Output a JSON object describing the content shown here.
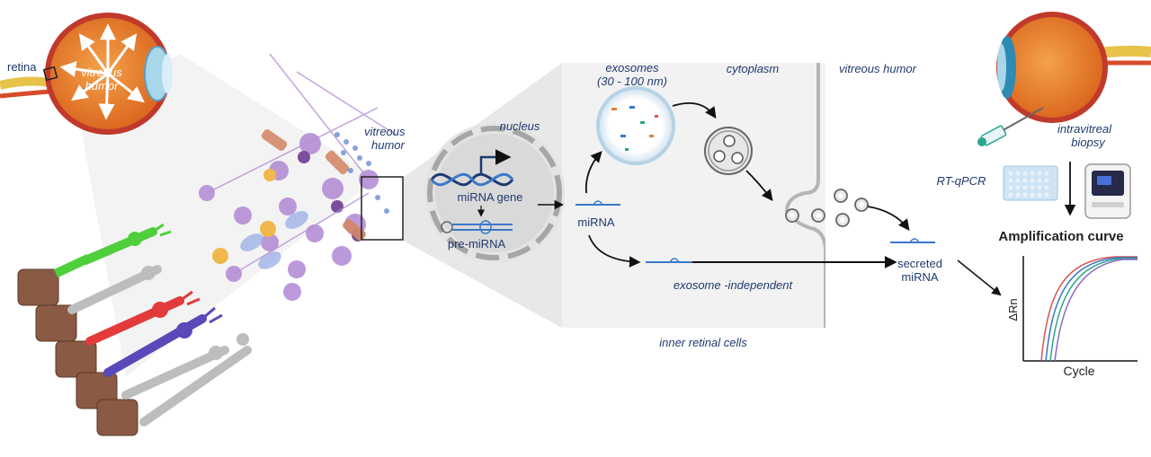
{
  "labels": {
    "retina": "retina",
    "vitreous_humor_eye_1": "vitreous",
    "vitreous_humor_eye_2": "humor",
    "vitreous_humor_cells_1": "vitreous",
    "vitreous_humor_cells_2": "humor",
    "nucleus": "nucleus",
    "mirna_gene": "miRNA gene",
    "pre_mirna": "pre-miRNA",
    "mirna": "miRNA",
    "exosomes_1": "exosomes",
    "exosomes_2": "(30 - 100 nm)",
    "cytoplasm": "cytoplasm",
    "vitreous_humor_right": "vitreous humor",
    "exosome_independent": "exosome -independent",
    "secreted_1": "secreted",
    "secreted_2": "miRNA",
    "inner_retinal_cells": "inner retinal cells",
    "intravitreal_1": "intravitreal",
    "intravitreal_2": "biopsy",
    "rt_qpcr": "RT-qPCR",
    "amplification_curve": "Amplification curve",
    "delta_rn": "ΔRn",
    "cycle": "Cycle"
  },
  "colors": {
    "label_blue": "#1f3a6e",
    "rod_green": "#4fcf3c",
    "cone_red": "#e33b3b",
    "cone_blue": "#5a49b8",
    "rod_gray": "#bdbdbd",
    "rpe_brown": "#8a5a44",
    "neuron_purple": "#b48fd6",
    "curve_red": "#d9534f",
    "curve_blue": "#3b73c9",
    "curve_teal": "#2ca58d",
    "curve_purple": "#8e6bbf"
  },
  "icons": [
    "eye-icon",
    "dna-helix-icon",
    "hairpin-rna-icon",
    "exosome-icon",
    "multivesicular-body-icon",
    "syringe-icon",
    "pcr-plate-icon",
    "pcr-machine-icon"
  ]
}
